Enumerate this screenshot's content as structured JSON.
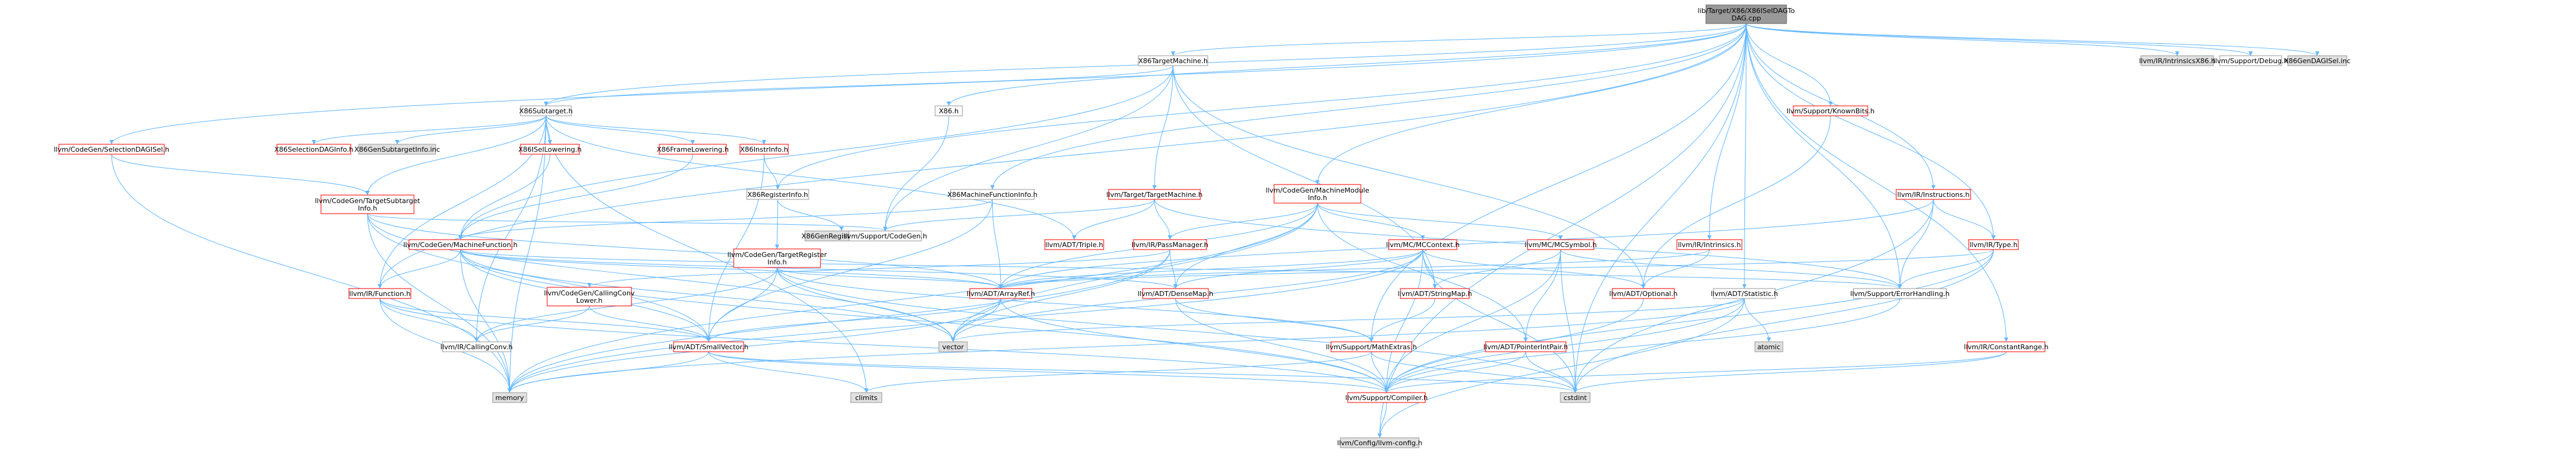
{
  "colors": {
    "root_fill": "#999999",
    "root_border": "#666666",
    "red_border": "#ff0000",
    "gray_border": "#999999",
    "gray_fill": "#e0e0e0",
    "edge": "#63b8ff"
  },
  "nodes": [
    {
      "id": "root",
      "lines": [
        "lib/Target/X86/X86ISelDAGTo",
        "DAG.cpp"
      ],
      "style": "root"
    },
    {
      "id": "X86TargetMachine",
      "lines": [
        "X86TargetMachine.h"
      ],
      "style": "gray"
    },
    {
      "id": "X86h",
      "lines": [
        "X86.h"
      ],
      "style": "gray"
    },
    {
      "id": "KnownBits",
      "lines": [
        "llvm/Support/KnownBits.h"
      ],
      "style": "red"
    },
    {
      "id": "IntrinsicsX86",
      "lines": [
        "llvm/IR/IntrinsicsX86.h"
      ],
      "style": "filled"
    },
    {
      "id": "Debug",
      "lines": [
        "llvm/Support/Debug.h"
      ],
      "style": "gray"
    },
    {
      "id": "X86GenDAGISel",
      "lines": [
        "X86GenDAGISel.inc"
      ],
      "style": "filled"
    },
    {
      "id": "X86Subtarget",
      "lines": [
        "X86Subtarget.h"
      ],
      "style": "gray"
    },
    {
      "id": "SelectionDAGISel",
      "lines": [
        "llvm/CodeGen/SelectionDAGISel.h"
      ],
      "style": "red"
    },
    {
      "id": "X86SelectionDAGInfo",
      "lines": [
        "X86SelectionDAGInfo.h"
      ],
      "style": "red"
    },
    {
      "id": "X86GenSubtargetInfo",
      "lines": [
        "X86GenSubtargetInfo.inc"
      ],
      "style": "filled"
    },
    {
      "id": "X86ISelLowering",
      "lines": [
        "X86ISelLowering.h"
      ],
      "style": "red"
    },
    {
      "id": "X86FrameLowering",
      "lines": [
        "X86FrameLowering.h"
      ],
      "style": "red"
    },
    {
      "id": "X86InstrInfo",
      "lines": [
        "X86InstrInfo.h"
      ],
      "style": "red"
    },
    {
      "id": "TargetSubtargetInfo",
      "lines": [
        "llvm/CodeGen/TargetSubtarget",
        "Info.h"
      ],
      "style": "red"
    },
    {
      "id": "X86RegisterInfo",
      "lines": [
        "X86RegisterInfo.h"
      ],
      "style": "gray"
    },
    {
      "id": "X86MachineFunctionInfo",
      "lines": [
        "X86MachineFunctionInfo.h"
      ],
      "style": "gray"
    },
    {
      "id": "TargetTargetMachine",
      "lines": [
        "llvm/Target/TargetMachine.h"
      ],
      "style": "red"
    },
    {
      "id": "MachineModuleInfo",
      "lines": [
        "llvm/CodeGen/MachineModule",
        "Info.h"
      ],
      "style": "red"
    },
    {
      "id": "Instructions",
      "lines": [
        "llvm/IR/Instructions.h"
      ],
      "style": "red"
    },
    {
      "id": "X86GenRegisterInfo",
      "lines": [
        "X86GenRegisterInfo.inc"
      ],
      "style": "filled"
    },
    {
      "id": "CodeGen",
      "lines": [
        "llvm/Support/CodeGen.h"
      ],
      "style": "gray"
    },
    {
      "id": "TargetRegisterInfo",
      "lines": [
        "llvm/CodeGen/TargetRegister",
        "Info.h"
      ],
      "style": "red"
    },
    {
      "id": "MachineFunction",
      "lines": [
        "llvm/CodeGen/MachineFunction.h"
      ],
      "style": "red"
    },
    {
      "id": "Triple",
      "lines": [
        "llvm/ADT/Triple.h"
      ],
      "style": "red"
    },
    {
      "id": "PassManager",
      "lines": [
        "llvm/IR/PassManager.h"
      ],
      "style": "red"
    },
    {
      "id": "MCContext",
      "lines": [
        "llvm/MC/MCContext.h"
      ],
      "style": "red"
    },
    {
      "id": "MCSymbol",
      "lines": [
        "llvm/MC/MCSymbol.h"
      ],
      "style": "red"
    },
    {
      "id": "Intrinsics",
      "lines": [
        "llvm/IR/Intrinsics.h"
      ],
      "style": "red"
    },
    {
      "id": "Type",
      "lines": [
        "llvm/IR/Type.h"
      ],
      "style": "red"
    },
    {
      "id": "Function",
      "lines": [
        "llvm/IR/Function.h"
      ],
      "style": "red"
    },
    {
      "id": "CallingConvLower",
      "lines": [
        "llvm/CodeGen/CallingConv",
        "Lower.h"
      ],
      "style": "red"
    },
    {
      "id": "ArrayRef",
      "lines": [
        "llvm/ADT/ArrayRef.h"
      ],
      "style": "red"
    },
    {
      "id": "DenseMap",
      "lines": [
        "llvm/ADT/DenseMap.h"
      ],
      "style": "red"
    },
    {
      "id": "StringMap",
      "lines": [
        "llvm/ADT/StringMap.h"
      ],
      "style": "red"
    },
    {
      "id": "Optional",
      "lines": [
        "llvm/ADT/Optional.h"
      ],
      "style": "red"
    },
    {
      "id": "Statistic",
      "lines": [
        "llvm/ADT/Statistic.h"
      ],
      "style": "gray"
    },
    {
      "id": "ErrorHandling",
      "lines": [
        "llvm/Support/ErrorHandling.h"
      ],
      "style": "gray"
    },
    {
      "id": "CallingConv",
      "lines": [
        "llvm/IR/CallingConv.h"
      ],
      "style": "gray"
    },
    {
      "id": "SmallVector",
      "lines": [
        "llvm/ADT/SmallVector.h"
      ],
      "style": "red"
    },
    {
      "id": "vector",
      "lines": [
        "vector"
      ],
      "style": "filled"
    },
    {
      "id": "atomic",
      "lines": [
        "atomic"
      ],
      "style": "filled"
    },
    {
      "id": "MathExtras",
      "lines": [
        "llvm/Support/MathExtras.h"
      ],
      "style": "red"
    },
    {
      "id": "PointerIntPair",
      "lines": [
        "llvm/ADT/PointerIntPair.h"
      ],
      "style": "red"
    },
    {
      "id": "ConstantRange",
      "lines": [
        "llvm/IR/ConstantRange.h"
      ],
      "style": "red"
    },
    {
      "id": "memory",
      "lines": [
        "memory"
      ],
      "style": "filled"
    },
    {
      "id": "climits",
      "lines": [
        "climits"
      ],
      "style": "filled"
    },
    {
      "id": "Compiler",
      "lines": [
        "llvm/Support/Compiler.h"
      ],
      "style": "red"
    },
    {
      "id": "cstdint",
      "lines": [
        "cstdint"
      ],
      "style": "filled"
    },
    {
      "id": "llvmconfig",
      "lines": [
        "llvm/Config/llvm-config.h"
      ],
      "style": "filled"
    }
  ],
  "edges": [
    [
      "root",
      "X86TargetMachine"
    ],
    [
      "root",
      "X86h"
    ],
    [
      "root",
      "KnownBits"
    ],
    [
      "root",
      "IntrinsicsX86"
    ],
    [
      "root",
      "Debug"
    ],
    [
      "root",
      "X86GenDAGISel"
    ],
    [
      "root",
      "X86Subtarget"
    ],
    [
      "root",
      "SelectionDAGISel"
    ],
    [
      "root",
      "X86MachineFunctionInfo"
    ],
    [
      "root",
      "MachineModuleInfo"
    ],
    [
      "root",
      "Instructions"
    ],
    [
      "root",
      "X86RegisterInfo"
    ],
    [
      "root",
      "Intrinsics"
    ],
    [
      "root",
      "Type"
    ],
    [
      "root",
      "Function"
    ],
    [
      "root",
      "Statistic"
    ],
    [
      "root",
      "ErrorHandling"
    ],
    [
      "root",
      "ConstantRange"
    ],
    [
      "root",
      "MathExtras"
    ],
    [
      "root",
      "cstdint"
    ],
    [
      "root",
      "llvmconfig"
    ],
    [
      "X86TargetMachine",
      "X86Subtarget"
    ],
    [
      "X86TargetMachine",
      "TargetTargetMachine"
    ],
    [
      "X86TargetMachine",
      "CodeGen"
    ],
    [
      "X86TargetMachine",
      "MachineFunction"
    ],
    [
      "X86TargetMachine",
      "Optional"
    ],
    [
      "X86TargetMachine",
      "StringMap"
    ],
    [
      "X86h",
      "CodeGen"
    ],
    [
      "KnownBits",
      "Optional"
    ],
    [
      "X86Subtarget",
      "X86SelectionDAGInfo"
    ],
    [
      "X86Subtarget",
      "X86GenSubtargetInfo"
    ],
    [
      "X86Subtarget",
      "X86ISelLowering"
    ],
    [
      "X86Subtarget",
      "X86FrameLowering"
    ],
    [
      "X86Subtarget",
      "X86InstrInfo"
    ],
    [
      "X86Subtarget",
      "TargetSubtargetInfo"
    ],
    [
      "X86Subtarget",
      "Triple"
    ],
    [
      "X86Subtarget",
      "CallingConv"
    ],
    [
      "X86Subtarget",
      "climits"
    ],
    [
      "X86Subtarget",
      "memory"
    ],
    [
      "X86Subtarget",
      "Function"
    ],
    [
      "SelectionDAGISel",
      "TargetSubtargetInfo"
    ],
    [
      "SelectionDAGISel",
      "memory"
    ],
    [
      "X86ISelLowering",
      "MachineFunction"
    ],
    [
      "X86FrameLowering",
      "MachineFunction"
    ],
    [
      "X86InstrInfo",
      "X86RegisterInfo"
    ],
    [
      "X86InstrInfo",
      "SmallVector"
    ],
    [
      "TargetSubtargetInfo",
      "CodeGen"
    ],
    [
      "TargetSubtargetInfo",
      "ArrayRef"
    ],
    [
      "TargetSubtargetInfo",
      "SmallVector"
    ],
    [
      "TargetSubtargetInfo",
      "memory"
    ],
    [
      "TargetSubtargetInfo",
      "vector"
    ],
    [
      "X86RegisterInfo",
      "X86GenRegisterInfo"
    ],
    [
      "X86RegisterInfo",
      "TargetRegisterInfo"
    ],
    [
      "X86MachineFunctionInfo",
      "MachineFunction"
    ],
    [
      "X86MachineFunctionInfo",
      "ArrayRef"
    ],
    [
      "X86MachineFunctionInfo",
      "SmallVector"
    ],
    [
      "TargetTargetMachine",
      "Triple"
    ],
    [
      "TargetTargetMachine",
      "PassManager"
    ],
    [
      "TargetTargetMachine",
      "CodeGen"
    ],
    [
      "TargetTargetMachine",
      "ErrorHandling"
    ],
    [
      "MachineModuleInfo",
      "MCContext"
    ],
    [
      "MachineModuleInfo",
      "MCSymbol"
    ],
    [
      "MachineModuleInfo",
      "PassManager"
    ],
    [
      "MachineModuleInfo",
      "ArrayRef"
    ],
    [
      "MachineModuleInfo",
      "DenseMap"
    ],
    [
      "MachineModuleInfo",
      "PointerIntPair"
    ],
    [
      "MachineModuleInfo",
      "memory"
    ],
    [
      "MachineModuleInfo",
      "vector"
    ],
    [
      "Instructions",
      "Type"
    ],
    [
      "Instructions",
      "ErrorHandling"
    ],
    [
      "Instructions",
      "ArrayRef"
    ],
    [
      "Instructions",
      "cstdint"
    ],
    [
      "TargetRegisterInfo",
      "ArrayRef"
    ],
    [
      "TargetRegisterInfo",
      "SmallVector"
    ],
    [
      "TargetRegisterInfo",
      "CallingConv"
    ],
    [
      "TargetRegisterInfo",
      "cstdint"
    ],
    [
      "TargetRegisterInfo",
      "vector"
    ],
    [
      "TargetRegisterInfo",
      "MathExtras"
    ],
    [
      "MachineFunction",
      "ArrayRef"
    ],
    [
      "MachineFunction",
      "DenseMap"
    ],
    [
      "MachineFunction",
      "SmallVector"
    ],
    [
      "MachineFunction",
      "memory"
    ],
    [
      "MachineFunction",
      "vector"
    ],
    [
      "MachineFunction",
      "Compiler"
    ],
    [
      "MachineFunction",
      "Function"
    ],
    [
      "MachineFunction",
      "ErrorHandling"
    ],
    [
      "PassManager",
      "DenseMap"
    ],
    [
      "PassManager",
      "memory"
    ],
    [
      "PassManager",
      "vector"
    ],
    [
      "PassManager",
      "CallingConvLower"
    ],
    [
      "MCContext",
      "StringMap"
    ],
    [
      "MCContext",
      "ArrayRef"
    ],
    [
      "MCContext",
      "DenseMap"
    ],
    [
      "MCContext",
      "Optional"
    ],
    [
      "MCContext",
      "memory"
    ],
    [
      "MCContext",
      "vector"
    ],
    [
      "MCContext",
      "cstdint"
    ],
    [
      "MCContext",
      "Compiler"
    ],
    [
      "MCSymbol",
      "StringMap"
    ],
    [
      "MCSymbol",
      "PointerIntPair"
    ],
    [
      "MCSymbol",
      "Compiler"
    ],
    [
      "MCSymbol",
      "ErrorHandling"
    ],
    [
      "MCSymbol",
      "cstdint"
    ],
    [
      "Intrinsics",
      "ArrayRef"
    ],
    [
      "Intrinsics",
      "Optional"
    ],
    [
      "Type",
      "ArrayRef"
    ],
    [
      "Type",
      "ErrorHandling"
    ],
    [
      "Type",
      "Compiler"
    ],
    [
      "Type",
      "cstdint"
    ],
    [
      "Function",
      "CallingConv"
    ],
    [
      "Function",
      "SmallVector"
    ],
    [
      "Function",
      "memory"
    ],
    [
      "Function",
      "Compiler"
    ],
    [
      "CallingConvLower",
      "CallingConv"
    ],
    [
      "CallingConvLower",
      "SmallVector"
    ],
    [
      "ArrayRef",
      "SmallVector"
    ],
    [
      "ArrayRef",
      "Compiler"
    ],
    [
      "ArrayRef",
      "memory"
    ],
    [
      "ArrayRef",
      "vector"
    ],
    [
      "DenseMap",
      "MathExtras"
    ],
    [
      "DenseMap",
      "Compiler"
    ],
    [
      "StringMap",
      "MathExtras"
    ],
    [
      "Optional",
      "Compiler"
    ],
    [
      "Statistic",
      "atomic"
    ],
    [
      "Statistic",
      "Compiler"
    ],
    [
      "Statistic",
      "memory"
    ],
    [
      "Statistic",
      "vector"
    ],
    [
      "Statistic",
      "llvmconfig"
    ],
    [
      "ErrorHandling",
      "Compiler"
    ],
    [
      "SmallVector",
      "Compiler"
    ],
    [
      "SmallVector",
      "memory"
    ],
    [
      "SmallVector",
      "cstdint"
    ],
    [
      "SmallVector",
      "climits"
    ],
    [
      "MathExtras",
      "Compiler"
    ],
    [
      "MathExtras",
      "cstdint"
    ],
    [
      "MathExtras",
      "climits"
    ],
    [
      "PointerIntPair",
      "Compiler"
    ],
    [
      "PointerIntPair",
      "cstdint"
    ],
    [
      "ConstantRange",
      "Compiler"
    ],
    [
      "ConstantRange",
      "cstdint"
    ],
    [
      "Compiler",
      "llvmconfig"
    ]
  ]
}
